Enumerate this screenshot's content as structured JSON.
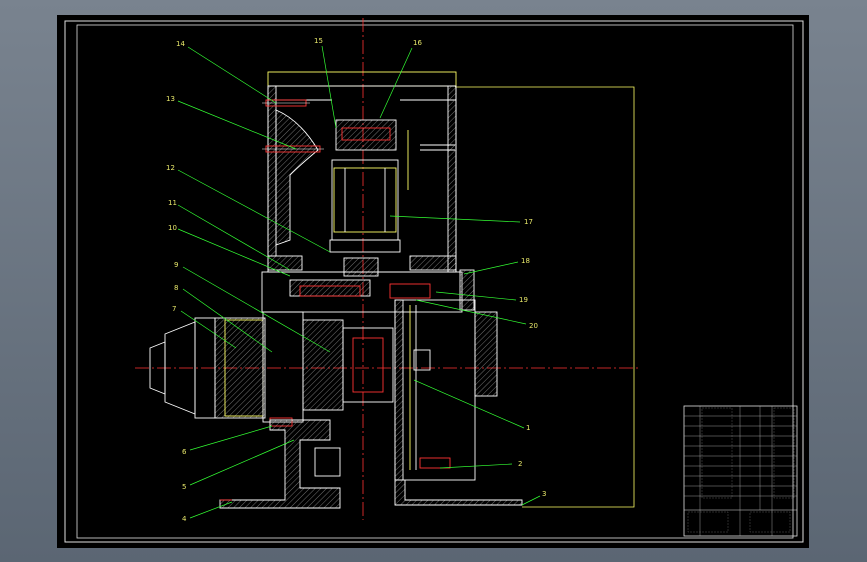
{
  "callouts": [
    {
      "id": "14",
      "text": "14"
    },
    {
      "id": "15",
      "text": "15"
    },
    {
      "id": "16",
      "text": "16"
    },
    {
      "id": "13",
      "text": "13"
    },
    {
      "id": "12",
      "text": "12"
    },
    {
      "id": "11",
      "text": "11"
    },
    {
      "id": "10",
      "text": "10"
    },
    {
      "id": "9",
      "text": "9"
    },
    {
      "id": "8",
      "text": "8"
    },
    {
      "id": "7",
      "text": "7"
    },
    {
      "id": "17",
      "text": "17"
    },
    {
      "id": "18",
      "text": "18"
    },
    {
      "id": "19",
      "text": "19"
    },
    {
      "id": "20",
      "text": "20"
    },
    {
      "id": "1",
      "text": "1"
    },
    {
      "id": "6",
      "text": "6"
    },
    {
      "id": "5",
      "text": "5"
    },
    {
      "id": "2",
      "text": "2"
    },
    {
      "id": "3",
      "text": "3"
    },
    {
      "id": "4",
      "text": "4"
    }
  ],
  "colors": {
    "outline": "#ffffff",
    "yellow": "#ffff66",
    "green": "#33ff33",
    "red": "#ff3333",
    "hatch": "#c8c8c8"
  }
}
